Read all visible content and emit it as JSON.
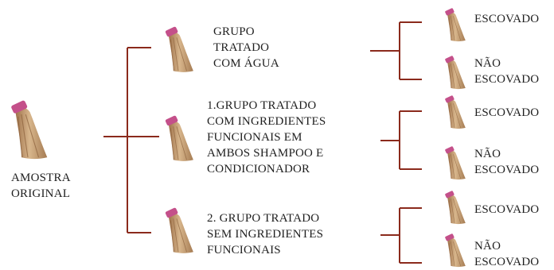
{
  "colors": {
    "line": "#8b2a1c",
    "hair_light": "#d8b68c",
    "hair_dark": "#9c6f48",
    "band": "#c4508a"
  },
  "icon": "hair-swatch-icon",
  "original": {
    "label": "AMOSTRA\nORIGINAL"
  },
  "groups": [
    {
      "label": "GRUPO\nTRATADO\nCOM ÁGUA"
    },
    {
      "label": "1.GRUPO TRATADO\nCOM INGREDIENTES\nFUNCIONAIS EM\nAMBOS SHAMPOO E\nCONDICIONADOR"
    },
    {
      "label": "2. GRUPO TRATADO\nSEM INGREDIENTES\nFUNCIONAIS"
    }
  ],
  "outcomes": {
    "brushed": "ESCOVADO",
    "not_brushed": "NÃO\nESCOVADO"
  }
}
